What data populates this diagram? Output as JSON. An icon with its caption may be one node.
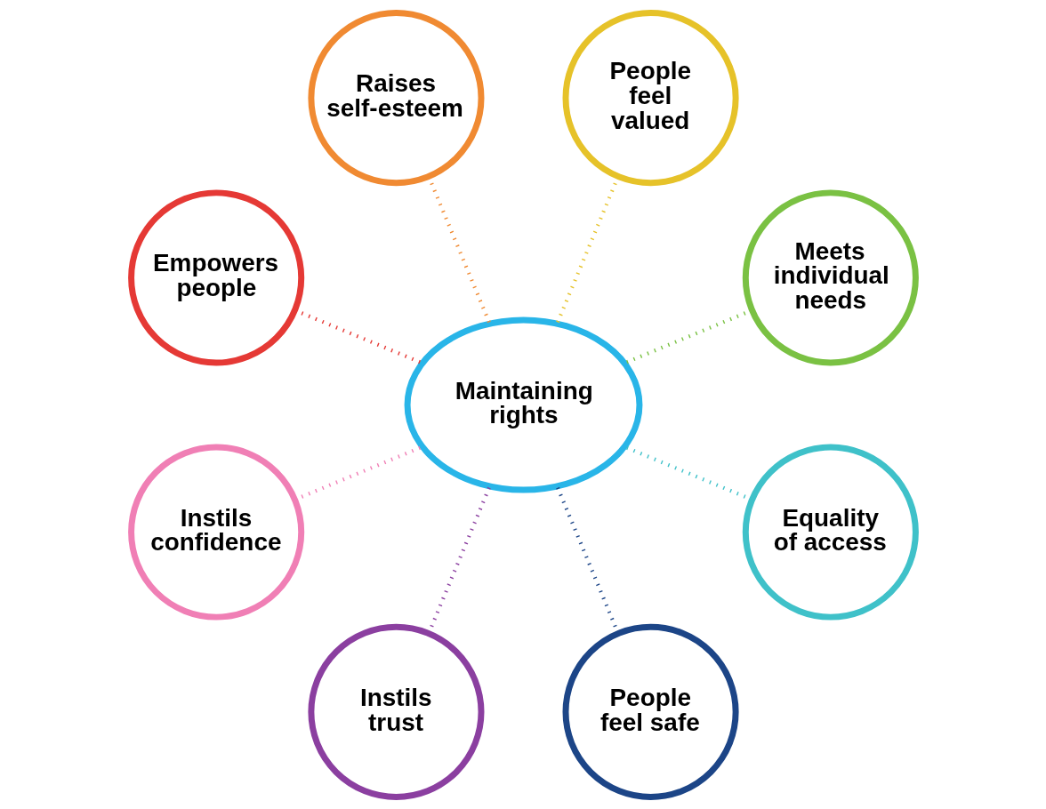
{
  "diagram": {
    "nodes": [
      {
        "text": [
          "Maintaining rights"
        ]
      },
      {
        "text": [
          "Meets individual needs"
        ]
      },
      {
        "text": [
          "People feel valued"
        ]
      },
      {
        "text": [
          "Raises self-esteem"
        ]
      },
      {
        "text": [
          "Empowers people"
        ]
      },
      {
        "text": [
          "Instils confidence"
        ]
      },
      {
        "text": [
          "Instils trust"
        ]
      },
      {
        "text": [
          "People feel safe"
        ]
      },
      {
        "text": [
          "Equality of access"
        ]
      }
    ],
    "edges": [
      {
        "from": 1,
        "to": 0,
        "arrow": "none",
        "style": "dashed",
        "color": "#7ac143"
      },
      {
        "from": 2,
        "to": 0,
        "arrow": "none",
        "style": "dashed",
        "color": "#e6c229"
      },
      {
        "from": 3,
        "to": 0,
        "arrow": "none",
        "style": "dashed",
        "color": "#f08a32"
      },
      {
        "from": 4,
        "to": 0,
        "arrow": "none",
        "style": "dashed",
        "color": "#e53935"
      },
      {
        "from": 5,
        "to": 0,
        "arrow": "none",
        "style": "dashed",
        "color": "#f07fb5"
      },
      {
        "from": 6,
        "to": 0,
        "arrow": "none",
        "style": "dashed",
        "color": "#8b3fa0"
      },
      {
        "from": 7,
        "to": 0,
        "arrow": "none",
        "style": "dashed",
        "color": "#1c4587"
      },
      {
        "from": 8,
        "to": 0,
        "arrow": "none",
        "style": "dashed",
        "color": "#3fc1c9"
      }
    ]
  }
}
